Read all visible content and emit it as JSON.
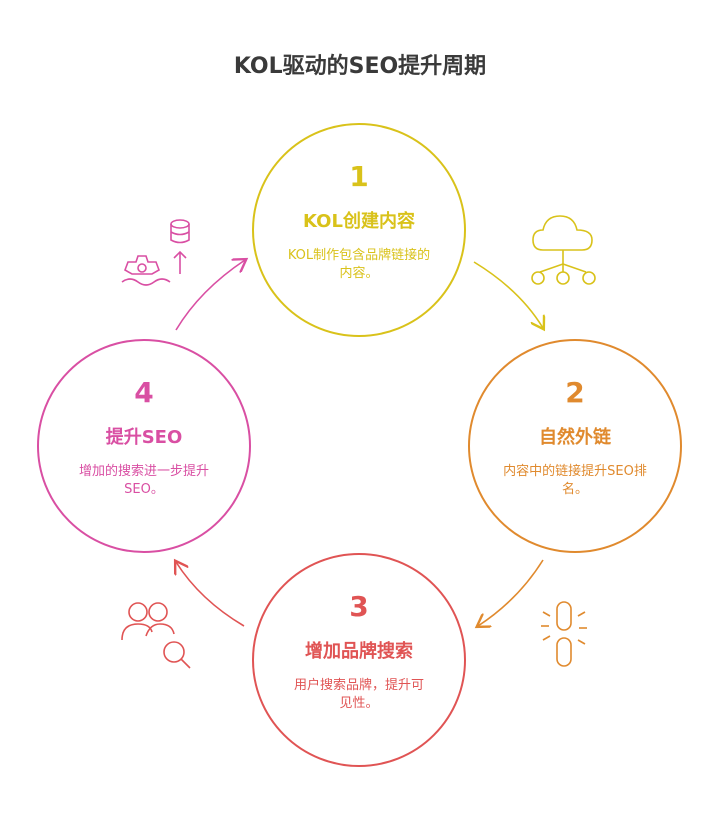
{
  "title": "KOL驱动的SEO提升周期",
  "colors": {
    "step1": "#d9c21a",
    "step2": "#e08a2e",
    "step3": "#e05454",
    "step4": "#d94fa3"
  },
  "steps": [
    {
      "number": "1",
      "title": "KOL创建内容",
      "desc_line1": "KOL制作包含品牌链接的",
      "desc_line2": "内容。",
      "icon": "cloud-network-icon"
    },
    {
      "number": "2",
      "title": "自然外链",
      "desc_line1": "内容中的链接提升SEO排",
      "desc_line2": "名。",
      "icon": "broken-link-icon"
    },
    {
      "number": "3",
      "title": "增加品牌搜索",
      "desc_line1": "用户搜索品牌，提升可",
      "desc_line2": "见性。",
      "icon": "users-search-icon"
    },
    {
      "number": "4",
      "title": "提升SEO",
      "desc_line1": "增加的搜索进一步提升",
      "desc_line2": "SEO。",
      "icon": "database-growth-icon"
    }
  ]
}
